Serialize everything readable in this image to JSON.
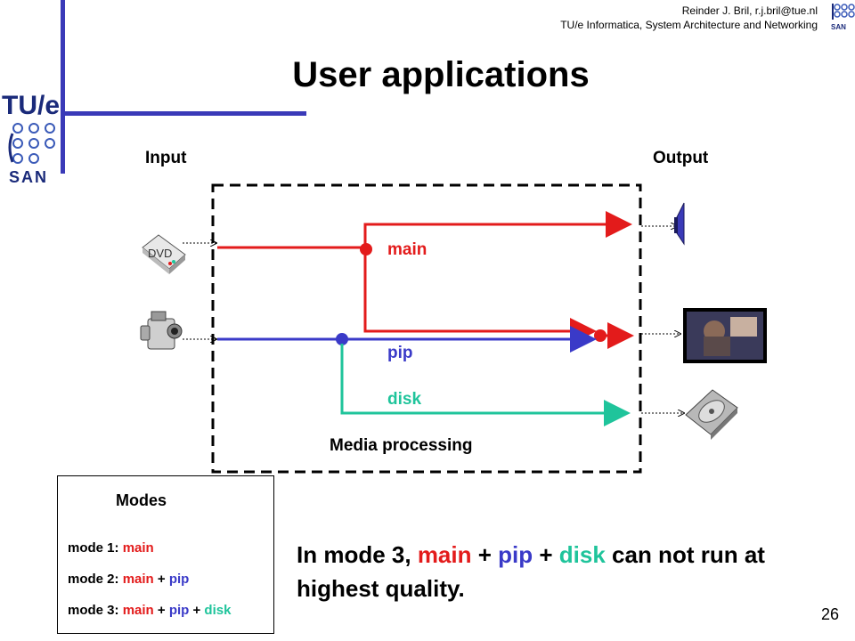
{
  "header": {
    "author": "Reinder J. Bril, r.j.bril@tue.nl",
    "affiliation": "TU/e Informatica, System Architecture and Networking"
  },
  "logo": {
    "tue": "TU/e",
    "san": "SAN"
  },
  "title": "User applications",
  "diagram": {
    "input_label": "Input",
    "output_label": "Output",
    "dvd_label": "DVD",
    "processing_label": "Media processing",
    "streams": {
      "main": "main",
      "pip": "pip",
      "disk": "disk"
    }
  },
  "modes": {
    "title": "Modes",
    "lines": [
      {
        "prefix": "mode 1: ",
        "parts": [
          {
            "text": "main",
            "color": "main"
          }
        ]
      },
      {
        "prefix": "mode 2: ",
        "parts": [
          {
            "text": "main",
            "color": "main"
          },
          {
            "text": " + ",
            "color": "black"
          },
          {
            "text": "pip",
            "color": "pip"
          }
        ]
      },
      {
        "prefix": "mode 3: ",
        "parts": [
          {
            "text": "main",
            "color": "main"
          },
          {
            "text": " + ",
            "color": "black"
          },
          {
            "text": "pip",
            "color": "pip"
          },
          {
            "text": " + ",
            "color": "black"
          },
          {
            "text": "disk",
            "color": "disk"
          }
        ]
      }
    ]
  },
  "conclusion": {
    "prefix": "In mode 3, ",
    "main": "main",
    "plus1": " + ",
    "pip": "pip",
    "plus2": " + ",
    "disk": "disk",
    "suffix": " can not run at highest quality."
  },
  "colors": {
    "main": "#e31b1b",
    "pip": "#3a3ac8",
    "disk": "#1fc49b",
    "accent_bar": "#3a3ab8"
  },
  "page_number": "26"
}
